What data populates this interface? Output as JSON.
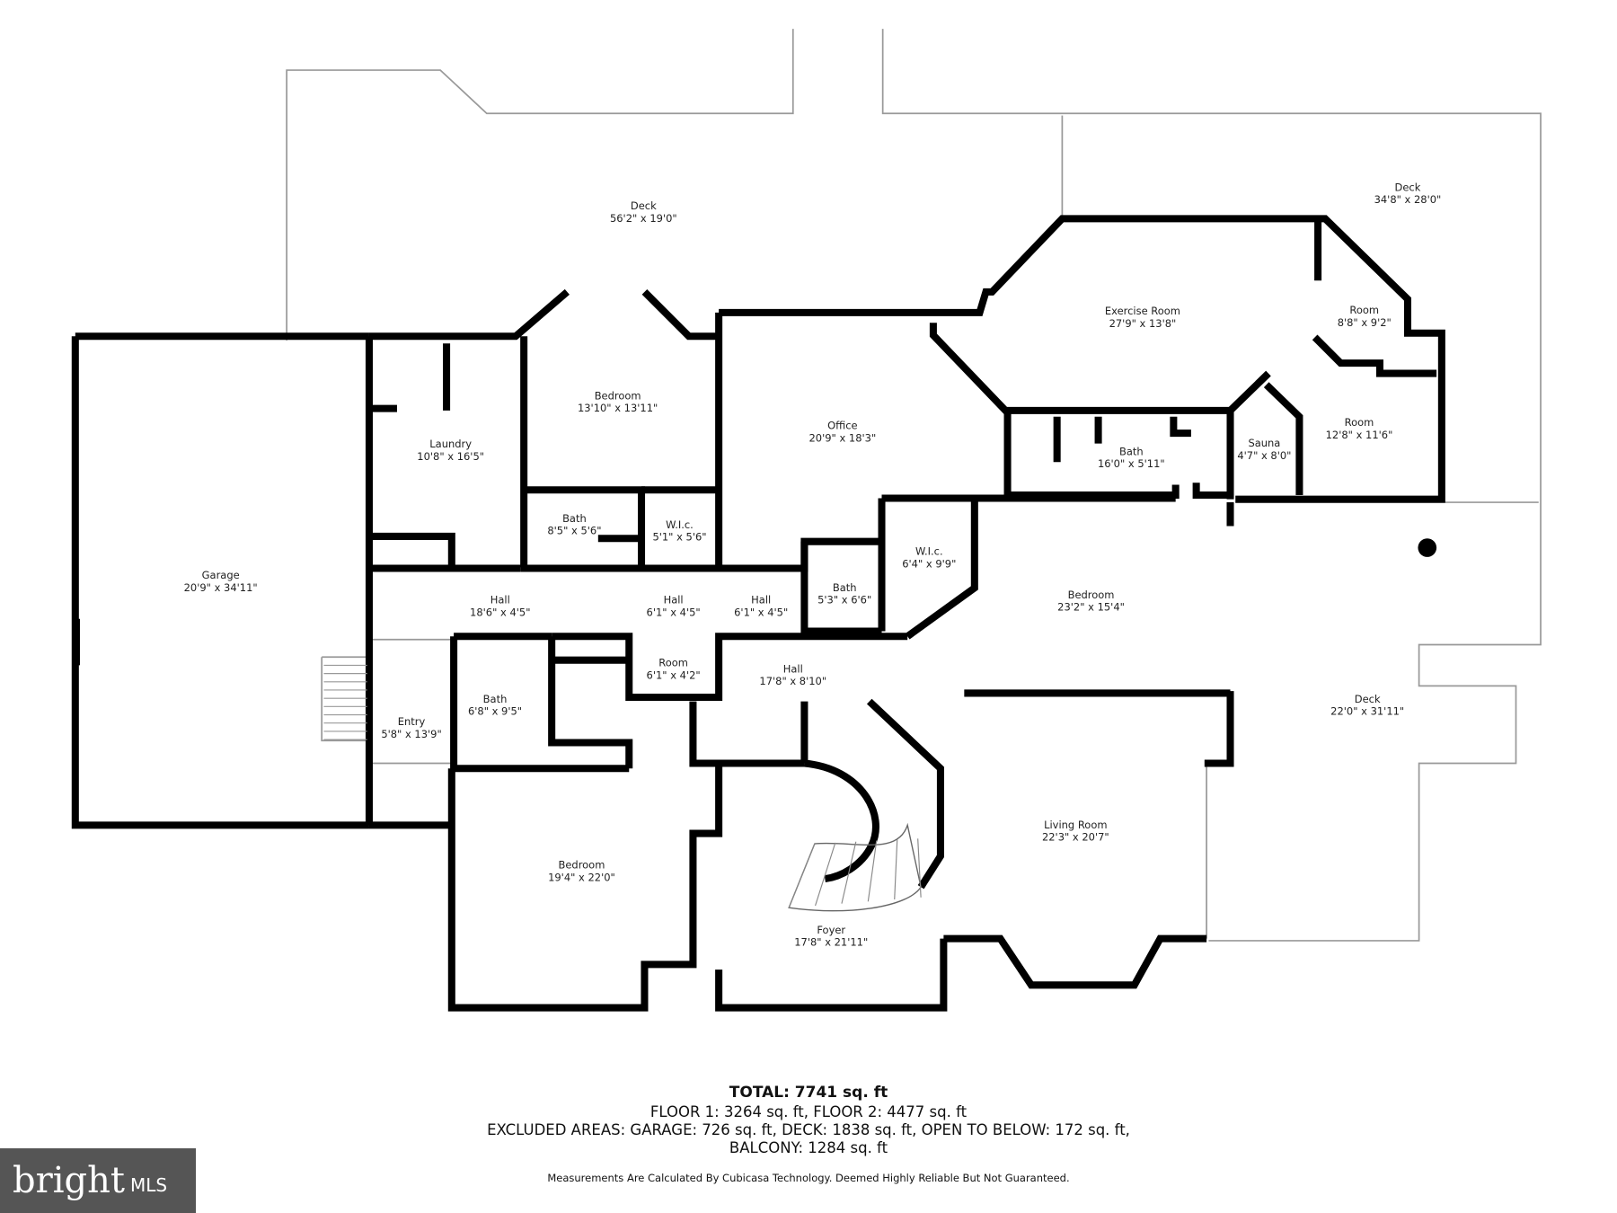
{
  "rooms": [
    {
      "name": "Deck",
      "size": "56'2\" x 19'0\""
    },
    {
      "name": "Deck",
      "size": "34'8\" x 28'0\""
    },
    {
      "name": "Exercise Room",
      "size": "27'9\" x 13'8\""
    },
    {
      "name": "Room",
      "size": "8'8\" x 9'2\""
    },
    {
      "name": "Bedroom",
      "size": "13'10\" x 13'11\""
    },
    {
      "name": "Office",
      "size": "20'9\" x 18'3\""
    },
    {
      "name": "Laundry",
      "size": "10'8\" x 16'5\""
    },
    {
      "name": "Bath",
      "size": "16'0\" x 5'11\""
    },
    {
      "name": "Sauna",
      "size": "4'7\" x 8'0\""
    },
    {
      "name": "Room",
      "size": "12'8\" x 11'6\""
    },
    {
      "name": "Garage",
      "size": "20'9\" x 34'11\""
    },
    {
      "name": "Bath",
      "size": "8'5\" x 5'6\""
    },
    {
      "name": "W.I.c.",
      "size": "5'1\" x 5'6\""
    },
    {
      "name": "W.I.c.",
      "size": "6'4\" x 9'9\""
    },
    {
      "name": "Bedroom",
      "size": "23'2\" x 15'4\""
    },
    {
      "name": "Hall",
      "size": "18'6\" x 4'5\""
    },
    {
      "name": "Hall",
      "size": "6'1\" x 4'5\""
    },
    {
      "name": "Hall",
      "size": "6'1\" x 4'5\""
    },
    {
      "name": "Bath",
      "size": "5'3\" x 6'6\""
    },
    {
      "name": "Room",
      "size": "6'1\" x 4'2\""
    },
    {
      "name": "Hall",
      "size": "17'8\" x 8'10\""
    },
    {
      "name": "Deck",
      "size": "22'0\" x 31'11\""
    },
    {
      "name": "Bath",
      "size": "6'8\" x 9'5\""
    },
    {
      "name": "Entry",
      "size": "5'8\" x 13'9\""
    },
    {
      "name": "Living Room",
      "size": "22'3\" x 20'7\""
    },
    {
      "name": "Bedroom",
      "size": "19'4\" x 22'0\""
    },
    {
      "name": "Foyer",
      "size": "17'8\" x 21'11\""
    }
  ],
  "summary": {
    "total": "TOTAL: 7741 sq. ft",
    "floors": "FLOOR 1: 3264 sq. ft, FLOOR 2: 4477 sq. ft",
    "excluded": "EXCLUDED AREAS: GARAGE: 726 sq. ft, DECK: 1838 sq. ft, OPEN TO BELOW: 172 sq. ft,",
    "balcony": "BALCONY: 1284 sq. ft",
    "disclaimer": "Measurements Are Calculated By Cubicasa Technology. Deemed Highly Reliable But Not Guaranteed."
  },
  "logo": {
    "brand": "bright",
    "suffix": "MLS"
  },
  "colors": {
    "wall": "#000000",
    "deck_outline": "#999999",
    "logo_bg": "#555555"
  }
}
